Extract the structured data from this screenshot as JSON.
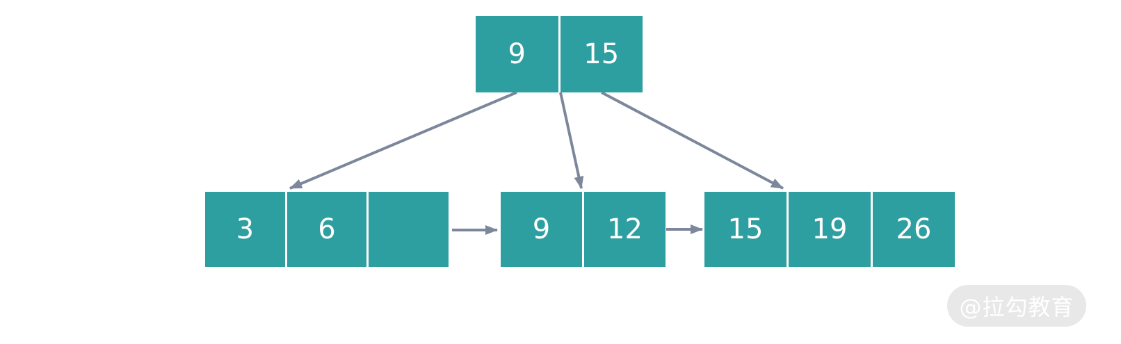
{
  "colors": {
    "node-fill": "#2E9FA1",
    "node-text": "#FFFFFF",
    "arrow": "#7D879B",
    "watermark-bg": "#E8E8E8",
    "watermark-text": "#FFFFFF",
    "canvas-bg": "#FFFFFF"
  },
  "diagram": {
    "type": "b-plus-tree",
    "root_node": {
      "cells": [
        "9",
        "15"
      ]
    },
    "leaf_nodes": [
      {
        "cells": [
          "3",
          "6",
          ""
        ]
      },
      {
        "cells": [
          "9",
          "12"
        ]
      },
      {
        "cells": [
          "15",
          "19",
          "26"
        ]
      }
    ],
    "links": [
      {
        "from": "root-cell-1",
        "to": "leaf-node-1"
      },
      {
        "from": "root-divider",
        "to": "leaf-node-2"
      },
      {
        "from": "root-cell-2",
        "to": "leaf-node-3"
      },
      {
        "from": "leaf-node-1",
        "to": "leaf-node-2"
      },
      {
        "from": "leaf-node-2",
        "to": "leaf-node-3"
      }
    ]
  },
  "watermark": {
    "text": "@拉勾教育"
  }
}
